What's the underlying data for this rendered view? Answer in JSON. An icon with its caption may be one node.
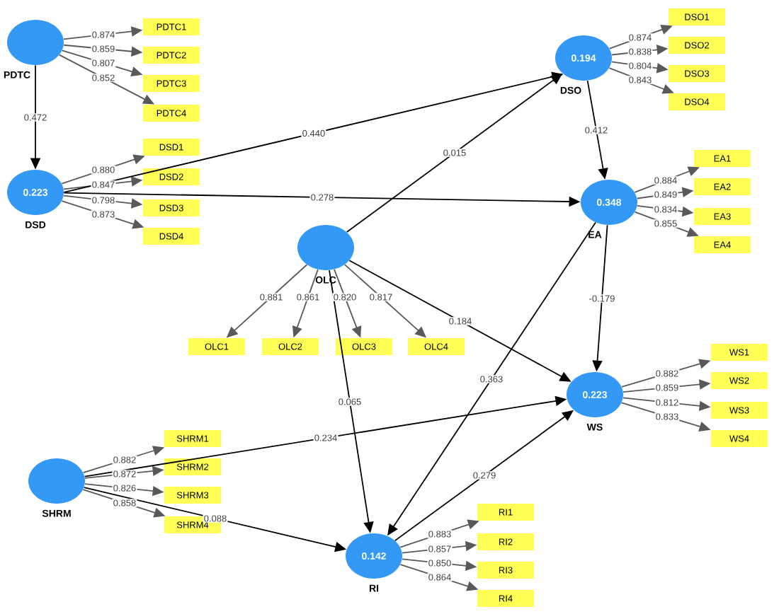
{
  "diagram": {
    "nodes": [
      {
        "text": [
          "PDTC"
        ]
      },
      {
        "text": [
          "PDTC1"
        ]
      },
      {
        "text": [
          "PDTC2"
        ]
      },
      {
        "text": [
          "PDTC3"
        ]
      },
      {
        "text": [
          "PDTC4"
        ]
      },
      {
        "text": [
          "0.194",
          "DSO"
        ]
      },
      {
        "text": [
          "DSO1"
        ]
      },
      {
        "text": [
          "DSO2"
        ]
      },
      {
        "text": [
          "DSO3"
        ]
      },
      {
        "text": [
          "DSO4"
        ]
      },
      {
        "text": [
          "0.223",
          "DSD"
        ]
      },
      {
        "text": [
          "DSD1"
        ]
      },
      {
        "text": [
          "DSD2"
        ]
      },
      {
        "text": [
          "DSD3"
        ]
      },
      {
        "text": [
          "DSD4"
        ]
      },
      {
        "text": [
          "0.348",
          "EA"
        ]
      },
      {
        "text": [
          "EA1"
        ]
      },
      {
        "text": [
          "EA2"
        ]
      },
      {
        "text": [
          "EA3"
        ]
      },
      {
        "text": [
          "EA4"
        ]
      },
      {
        "text": [
          "OLC"
        ]
      },
      {
        "text": [
          "OLC1"
        ]
      },
      {
        "text": [
          "OLC2"
        ]
      },
      {
        "text": [
          "OLC3"
        ]
      },
      {
        "text": [
          "OLC4"
        ]
      },
      {
        "text": [
          "0.223",
          "WS"
        ]
      },
      {
        "text": [
          "WS1"
        ]
      },
      {
        "text": [
          "WS2"
        ]
      },
      {
        "text": [
          "WS3"
        ]
      },
      {
        "text": [
          "WS4"
        ]
      },
      {
        "text": [
          "SHRM"
        ]
      },
      {
        "text": [
          "SHRM1"
        ]
      },
      {
        "text": [
          "SHRM2"
        ]
      },
      {
        "text": [
          "SHRM3"
        ]
      },
      {
        "text": [
          "SHRM4"
        ]
      },
      {
        "text": [
          "0.142",
          "RI"
        ]
      },
      {
        "text": [
          "RI1"
        ]
      },
      {
        "text": [
          "RI2"
        ]
      },
      {
        "text": [
          "RI3"
        ]
      },
      {
        "text": [
          "RI4"
        ]
      }
    ],
    "edges": [
      {
        "from": 0,
        "to": 1,
        "arrow": "to",
        "label": "0.874"
      },
      {
        "from": 0,
        "to": 2,
        "arrow": "to",
        "label": "0.859"
      },
      {
        "from": 0,
        "to": 3,
        "arrow": "to",
        "label": "0.807"
      },
      {
        "from": 0,
        "to": 4,
        "arrow": "to",
        "label": "0.852"
      },
      {
        "from": 5,
        "to": 6,
        "arrow": "to",
        "label": "0.874"
      },
      {
        "from": 5,
        "to": 7,
        "arrow": "to",
        "label": "0.838"
      },
      {
        "from": 5,
        "to": 8,
        "arrow": "to",
        "label": "0.804"
      },
      {
        "from": 5,
        "to": 9,
        "arrow": "to",
        "label": "0.843"
      },
      {
        "from": 10,
        "to": 11,
        "arrow": "to",
        "label": "0.880"
      },
      {
        "from": 10,
        "to": 12,
        "arrow": "to",
        "label": "0.847"
      },
      {
        "from": 10,
        "to": 13,
        "arrow": "to",
        "label": "0.798"
      },
      {
        "from": 10,
        "to": 14,
        "arrow": "to",
        "label": "0.873"
      },
      {
        "from": 15,
        "to": 16,
        "arrow": "to",
        "label": "0.884"
      },
      {
        "from": 15,
        "to": 17,
        "arrow": "to",
        "label": "0.849"
      },
      {
        "from": 15,
        "to": 18,
        "arrow": "to",
        "label": "0.834"
      },
      {
        "from": 15,
        "to": 19,
        "arrow": "to",
        "label": "0.855"
      },
      {
        "from": 20,
        "to": 21,
        "arrow": "to",
        "label": "0.881"
      },
      {
        "from": 20,
        "to": 22,
        "arrow": "to",
        "label": "0.861"
      },
      {
        "from": 20,
        "to": 23,
        "arrow": "to",
        "label": "0.820"
      },
      {
        "from": 20,
        "to": 24,
        "arrow": "to",
        "label": "0.817"
      },
      {
        "from": 25,
        "to": 26,
        "arrow": "to",
        "label": "0.882"
      },
      {
        "from": 25,
        "to": 27,
        "arrow": "to",
        "label": "0.859"
      },
      {
        "from": 25,
        "to": 28,
        "arrow": "to",
        "label": "0.812"
      },
      {
        "from": 25,
        "to": 29,
        "arrow": "to",
        "label": "0.833"
      },
      {
        "from": 30,
        "to": 31,
        "arrow": "to",
        "label": "0.882"
      },
      {
        "from": 30,
        "to": 32,
        "arrow": "to",
        "label": "0.872"
      },
      {
        "from": 30,
        "to": 33,
        "arrow": "to",
        "label": "0.826"
      },
      {
        "from": 30,
        "to": 34,
        "arrow": "to",
        "label": "0.858"
      },
      {
        "from": 35,
        "to": 36,
        "arrow": "to",
        "label": "0.883"
      },
      {
        "from": 35,
        "to": 37,
        "arrow": "to",
        "label": "0.857"
      },
      {
        "from": 35,
        "to": 38,
        "arrow": "to",
        "label": "0.850"
      },
      {
        "from": 35,
        "to": 39,
        "arrow": "to",
        "label": "0.864"
      },
      {
        "from": 0,
        "to": 10,
        "arrow": "to",
        "label": "0.472",
        "color": "#000000"
      },
      {
        "from": 10,
        "to": 5,
        "arrow": "to",
        "label": "0.440",
        "color": "#000000"
      },
      {
        "from": 10,
        "to": 15,
        "arrow": "to",
        "label": "0.278",
        "color": "#000000"
      },
      {
        "from": 20,
        "to": 5,
        "arrow": "to",
        "label": "0.015",
        "color": "#000000"
      },
      {
        "from": 5,
        "to": 15,
        "arrow": "to",
        "label": "0.412",
        "color": "#000000"
      },
      {
        "from": 15,
        "to": 25,
        "arrow": "to",
        "label": "-0.179",
        "color": "#000000"
      },
      {
        "from": 20,
        "to": 25,
        "arrow": "to",
        "label": "0.184",
        "color": "#000000"
      },
      {
        "from": 15,
        "to": 35,
        "arrow": "to",
        "label": "0.363",
        "color": "#000000"
      },
      {
        "from": 20,
        "to": 35,
        "arrow": "to",
        "label": "0.065",
        "color": "#000000"
      },
      {
        "from": 35,
        "to": 25,
        "arrow": "to",
        "label": "0.279",
        "color": "#000000"
      },
      {
        "from": 30,
        "to": 25,
        "arrow": "to",
        "label": "0.234",
        "color": "#000000"
      },
      {
        "from": 30,
        "to": 35,
        "arrow": "to",
        "label": "0.088",
        "color": "#000000"
      }
    ]
  }
}
